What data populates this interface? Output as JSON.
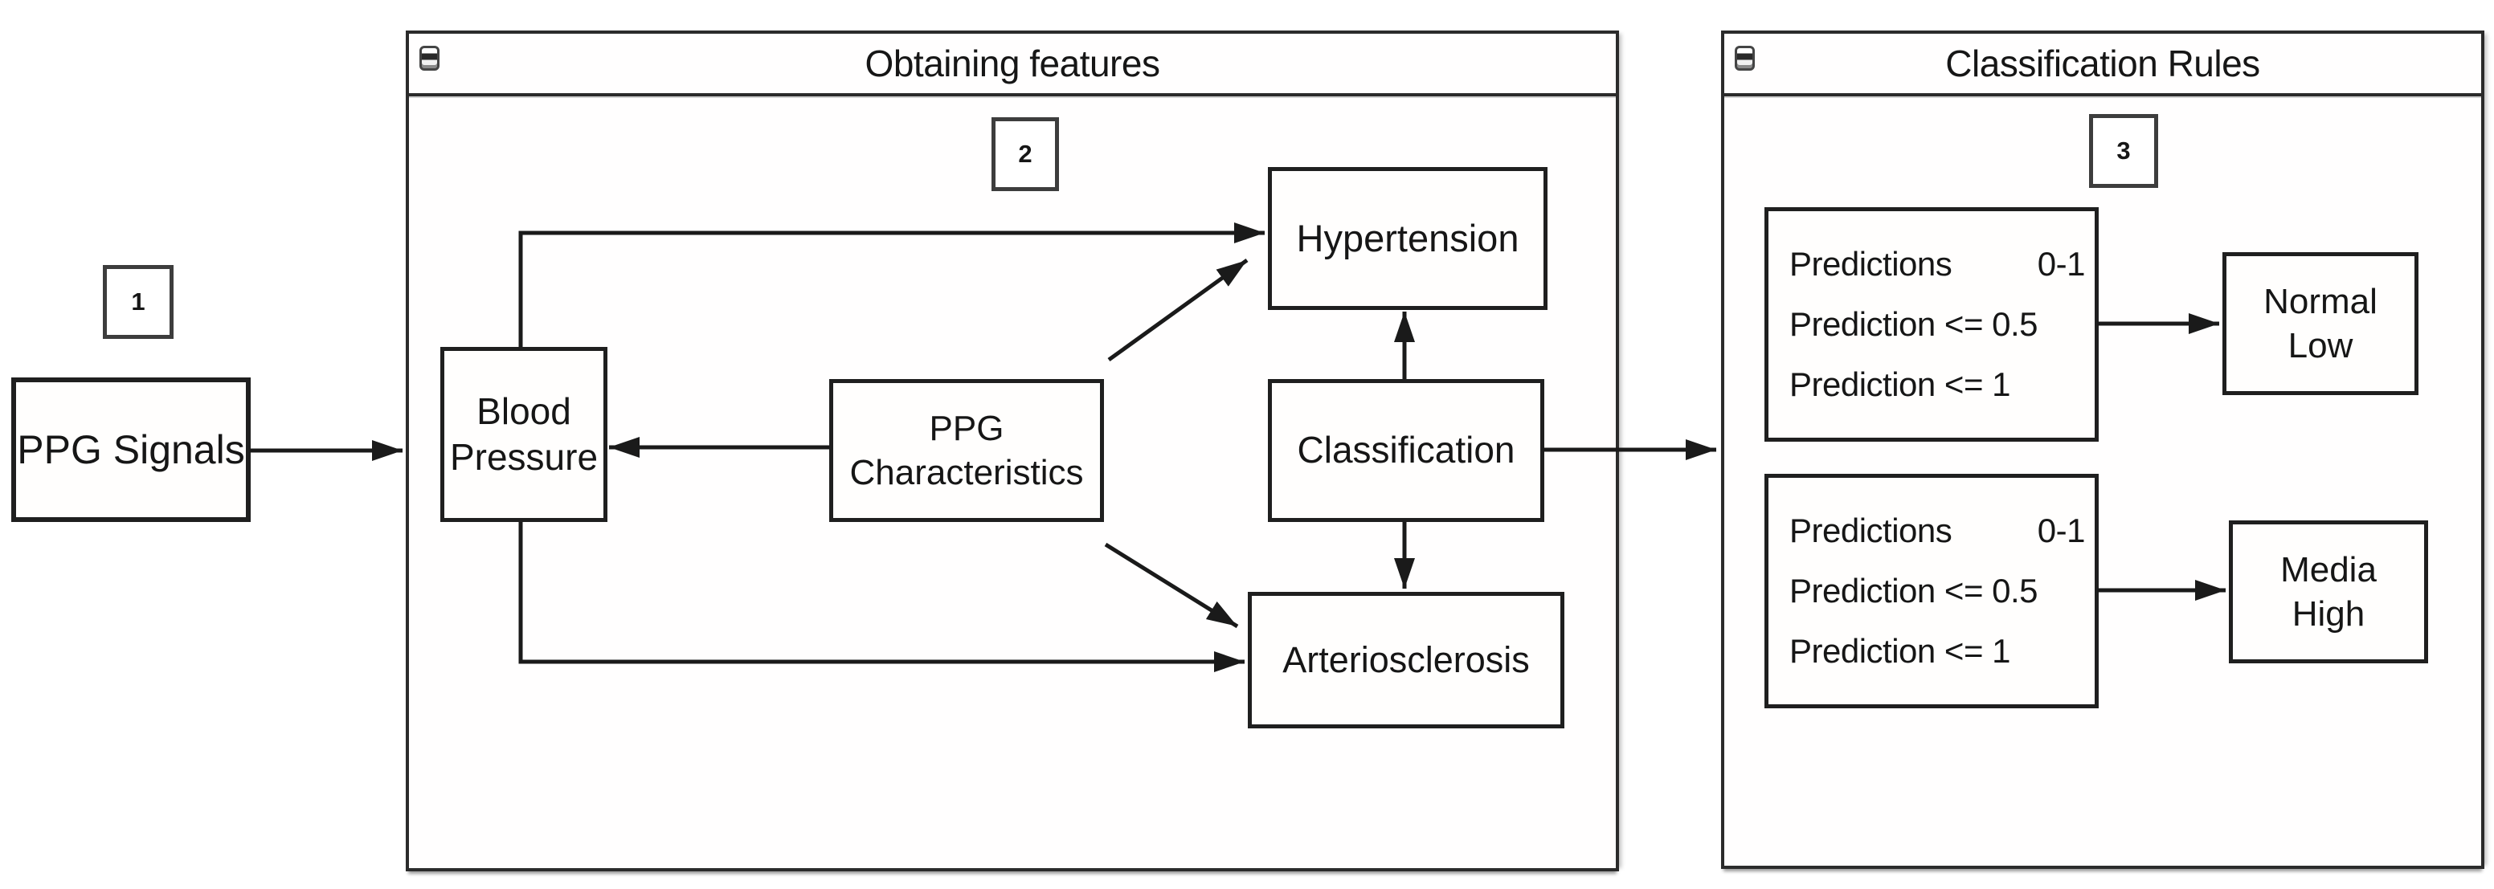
{
  "figure": {
    "background": "#ffffff",
    "line_color": "#1a1a1a"
  },
  "step1": {
    "badge": "1",
    "node_label": "PPG Signals"
  },
  "panel_features": {
    "badge": "2",
    "title": "Obtaining features",
    "window_icon": "window-menu-icon",
    "nodes": {
      "blood_pressure": "Blood Pressure",
      "ppg_characteristics": "PPG Characteristics",
      "hypertension": "Hypertension",
      "classification": "Classification",
      "arteriosclerosis": "Arteriosclerosis"
    }
  },
  "panel_rules": {
    "badge": "3",
    "title": "Classification Rules",
    "window_icon": "window-menu-icon",
    "rule_boxes": [
      {
        "row1_left": "Predictions",
        "row1_right": "0-1",
        "row2": "Prediction <= 0.5",
        "row3": "Prediction <= 1"
      },
      {
        "row1_left": "Predictions",
        "row1_right": "0-1",
        "row2": "Prediction <= 0.5",
        "row3": "Prediction <= 1"
      }
    ],
    "outcomes": [
      {
        "line1": "Normal",
        "line2": "Low"
      },
      {
        "line1": "Media",
        "line2": "High"
      }
    ]
  },
  "connections": [
    {
      "from": "PPG Signals",
      "to": "Obtaining features panel",
      "type": "arrow"
    },
    {
      "from": "PPG Characteristics",
      "to": "Blood Pressure",
      "type": "arrow"
    },
    {
      "from": "Blood Pressure",
      "to": "Hypertension",
      "type": "elbow-arrow"
    },
    {
      "from": "Blood Pressure",
      "to": "Arteriosclerosis",
      "type": "elbow-arrow"
    },
    {
      "from": "PPG Characteristics",
      "to": "Hypertension",
      "type": "diagonal-arrow"
    },
    {
      "from": "PPG Characteristics",
      "to": "Arteriosclerosis",
      "type": "diagonal-arrow"
    },
    {
      "from": "Classification",
      "to": "Hypertension",
      "type": "arrow-up"
    },
    {
      "from": "Classification",
      "to": "Arteriosclerosis",
      "type": "arrow-down"
    },
    {
      "from": "Classification",
      "to": "Classification Rules panel",
      "type": "arrow"
    },
    {
      "from": "rule-box-1",
      "to": "Normal Low",
      "type": "arrow"
    },
    {
      "from": "rule-box-2",
      "to": "Media High",
      "type": "arrow"
    }
  ]
}
